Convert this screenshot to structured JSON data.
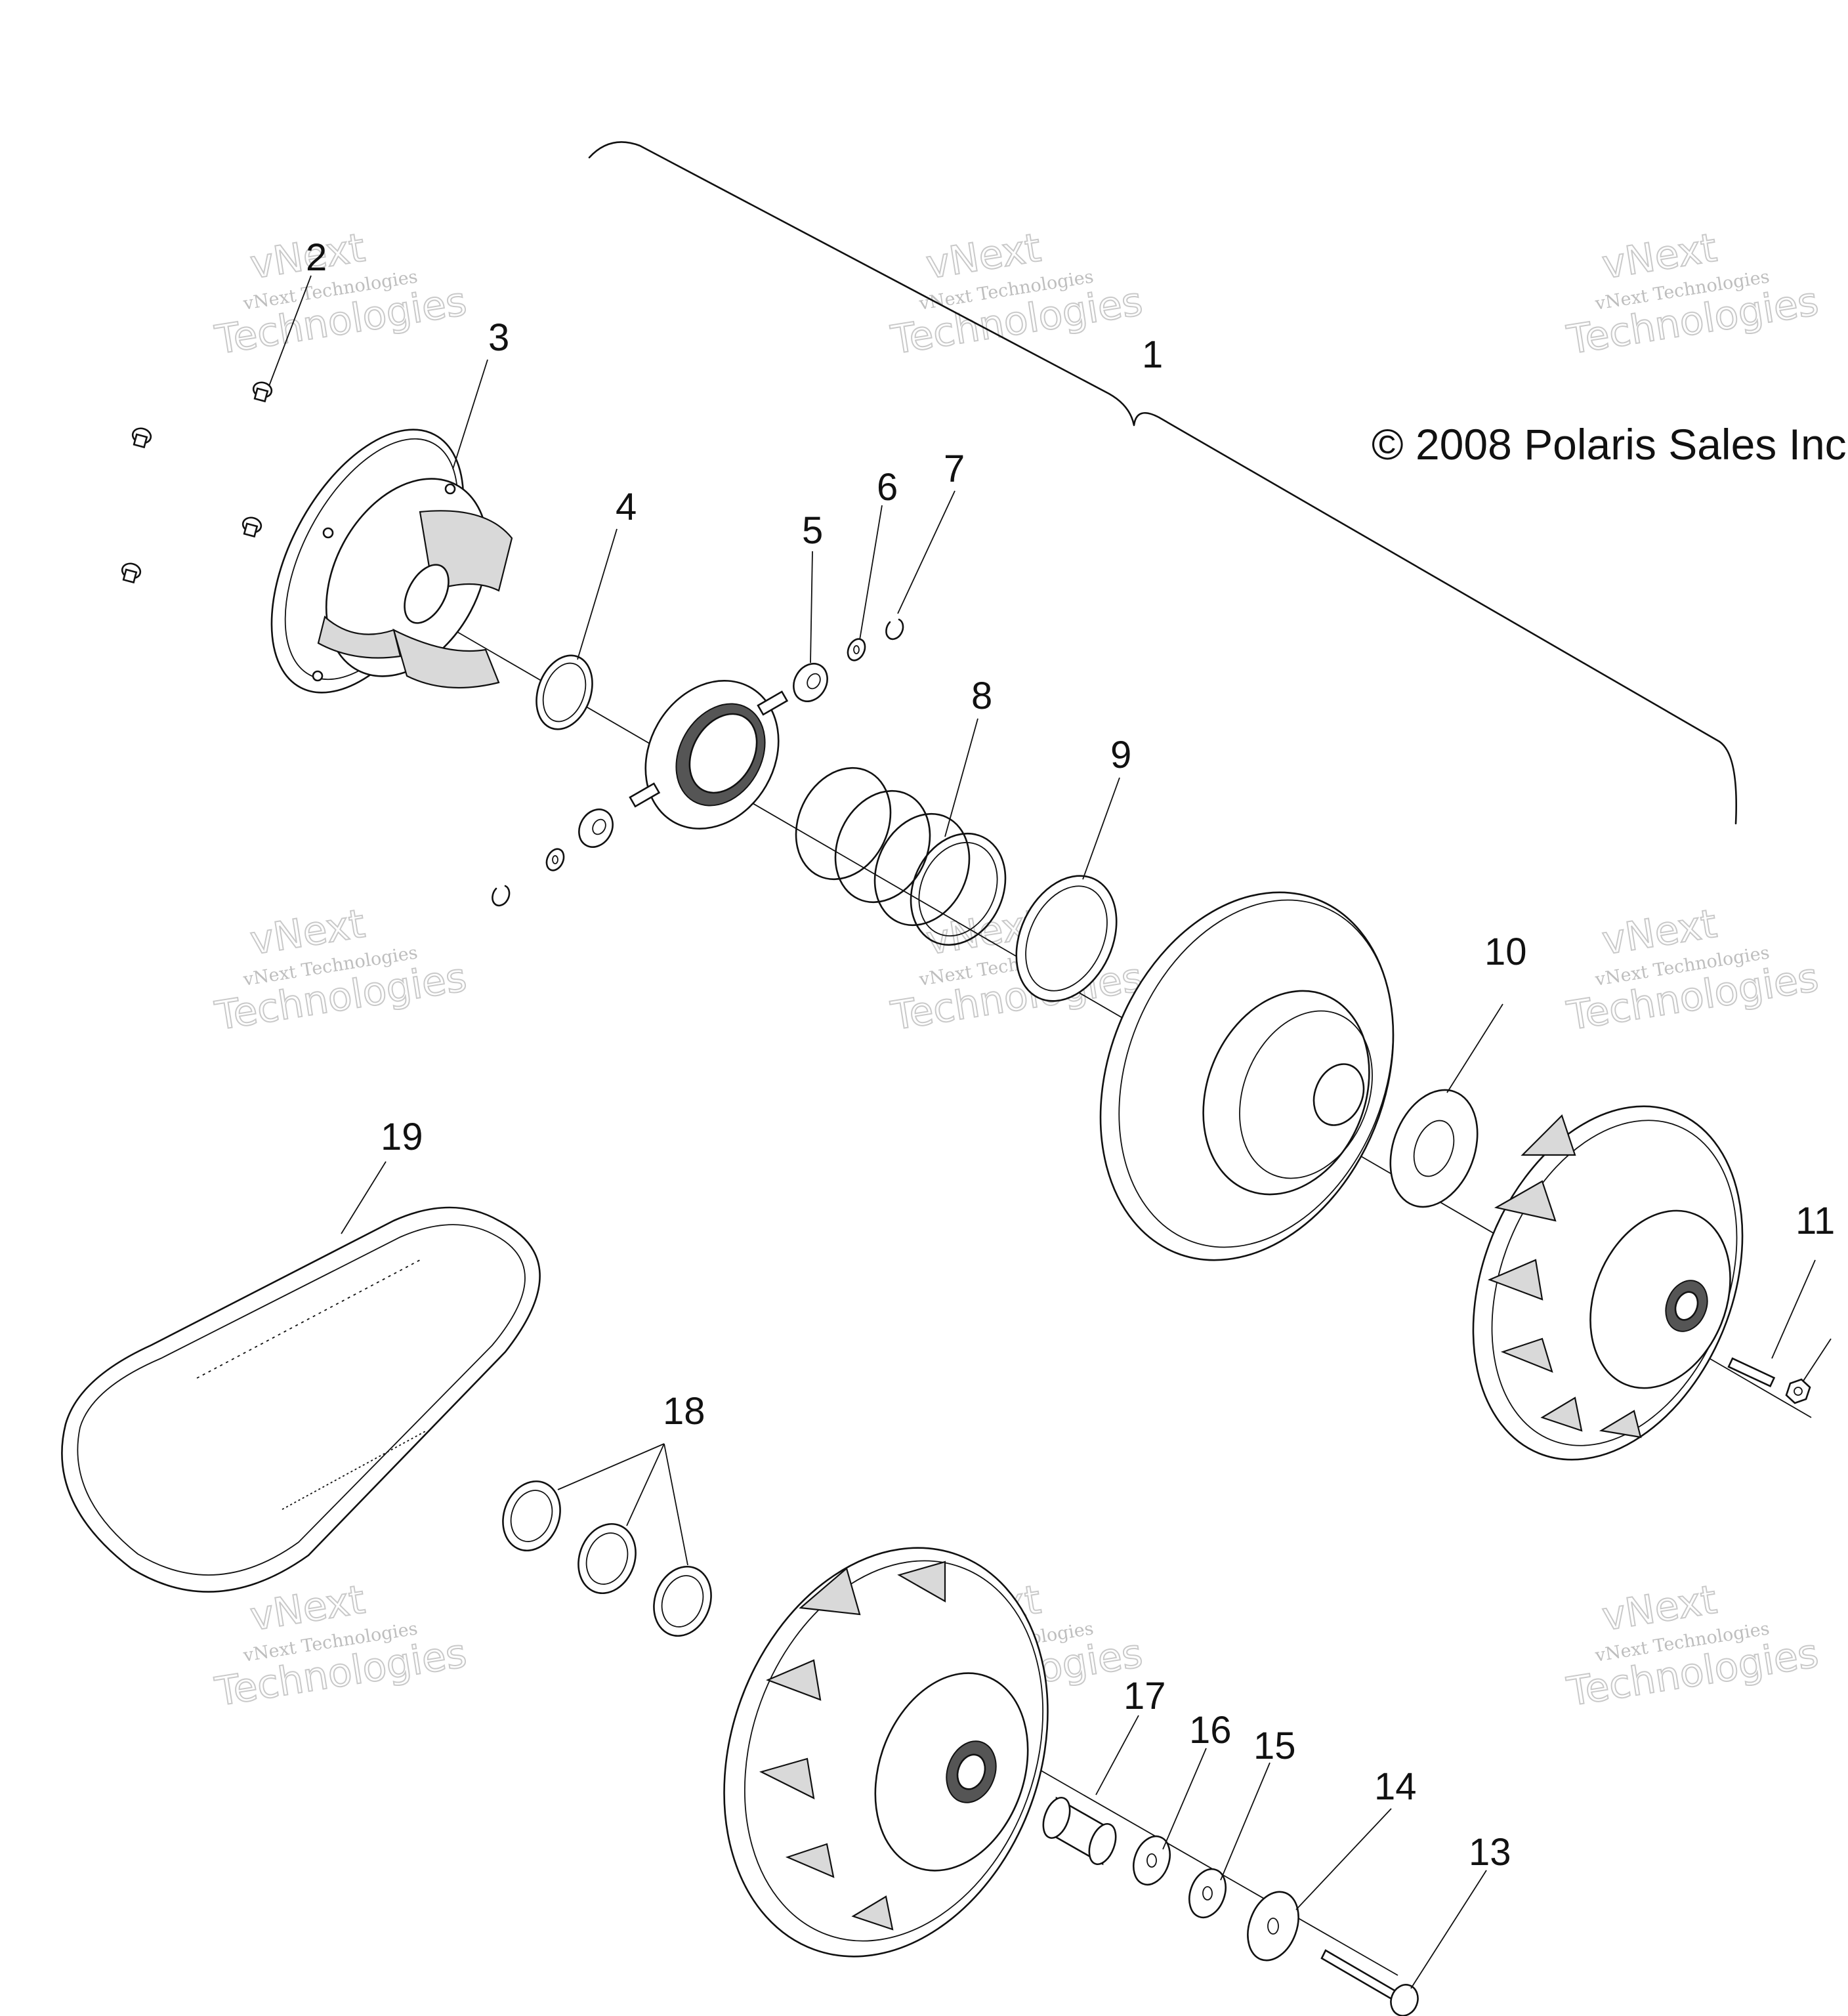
{
  "diagram": {
    "copyright": "© 2008 Polaris Sales Inc.",
    "watermark": {
      "line1": "vNext Technologies",
      "line2": "vNext",
      "line3": "Technologies"
    },
    "callouts": [
      "1",
      "2",
      "3",
      "4",
      "5",
      "6",
      "7",
      "8",
      "9",
      "10",
      "11",
      "13",
      "14",
      "15",
      "16",
      "17",
      "18",
      "19"
    ]
  }
}
